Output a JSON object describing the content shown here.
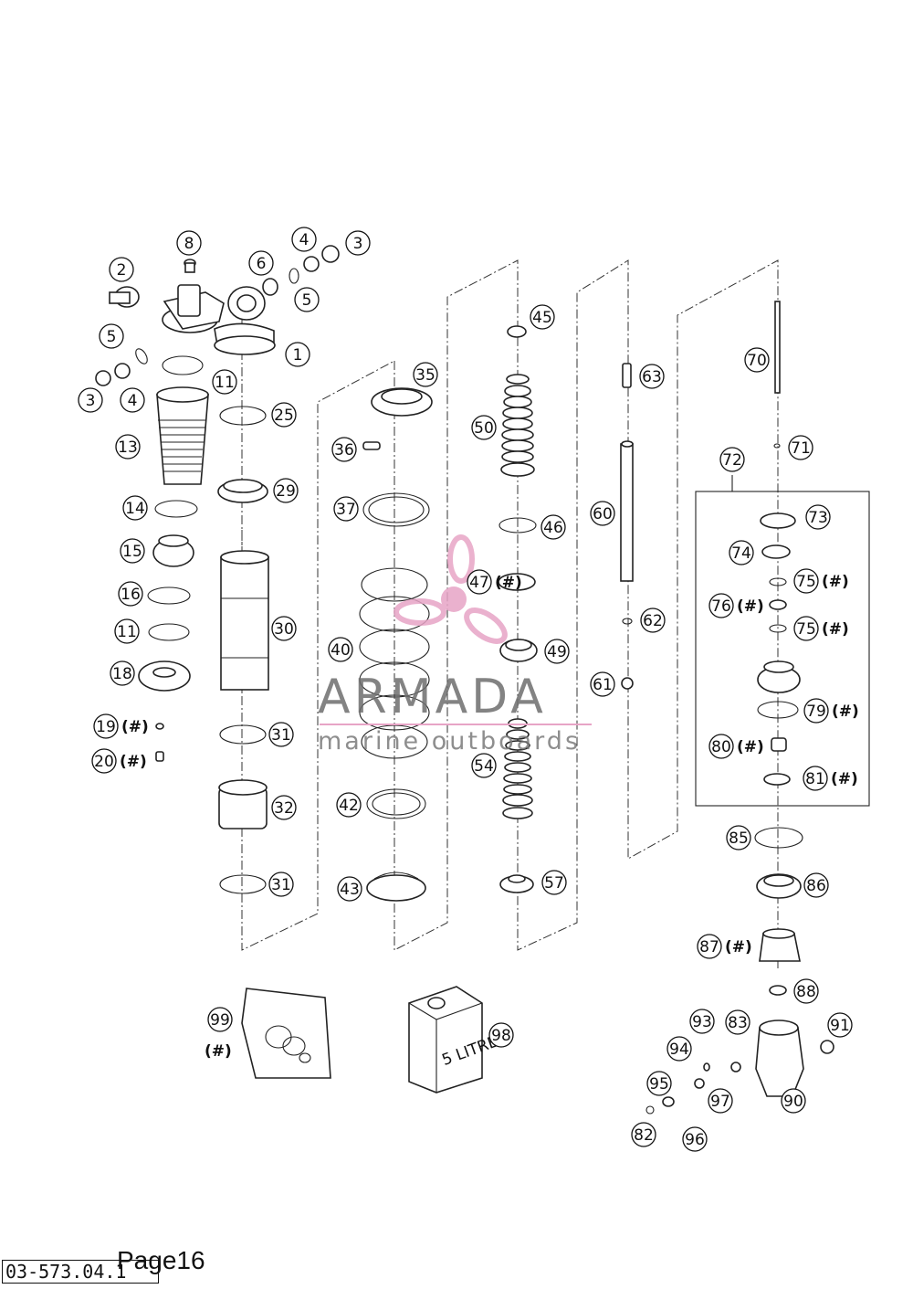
{
  "callouts": [
    {
      "n": "1"
    },
    {
      "n": "2"
    },
    {
      "n": "3"
    },
    {
      "n": "3"
    },
    {
      "n": "4"
    },
    {
      "n": "4"
    },
    {
      "n": "5"
    },
    {
      "n": "5"
    },
    {
      "n": "6"
    },
    {
      "n": "8"
    },
    {
      "n": "11"
    },
    {
      "n": "11"
    },
    {
      "n": "13"
    },
    {
      "n": "14"
    },
    {
      "n": "15"
    },
    {
      "n": "16"
    },
    {
      "n": "18"
    },
    {
      "n": "19",
      "hash": "(#)"
    },
    {
      "n": "20",
      "hash": "(#)"
    },
    {
      "n": "25"
    },
    {
      "n": "29"
    },
    {
      "n": "30"
    },
    {
      "n": "31"
    },
    {
      "n": "31"
    },
    {
      "n": "32"
    },
    {
      "n": "35"
    },
    {
      "n": "36"
    },
    {
      "n": "37"
    },
    {
      "n": "40"
    },
    {
      "n": "42"
    },
    {
      "n": "43"
    },
    {
      "n": "45"
    },
    {
      "n": "46"
    },
    {
      "n": "47",
      "hash": "(#)"
    },
    {
      "n": "49"
    },
    {
      "n": "50"
    },
    {
      "n": "54"
    },
    {
      "n": "57"
    },
    {
      "n": "60"
    },
    {
      "n": "61"
    },
    {
      "n": "62"
    },
    {
      "n": "63"
    },
    {
      "n": "70"
    },
    {
      "n": "71"
    },
    {
      "n": "72"
    },
    {
      "n": "73"
    },
    {
      "n": "74"
    },
    {
      "n": "75",
      "hash": "(#)"
    },
    {
      "n": "76",
      "hash": "(#)"
    },
    {
      "n": "75",
      "hash": "(#)"
    },
    {
      "n": "79",
      "hash": "(#)"
    },
    {
      "n": "80",
      "hash": "(#)"
    },
    {
      "n": "81",
      "hash": "(#)"
    },
    {
      "n": "85"
    },
    {
      "n": "86"
    },
    {
      "n": "87",
      "hash": "(#)"
    },
    {
      "n": "88"
    },
    {
      "n": "90"
    },
    {
      "n": "91"
    },
    {
      "n": "82"
    },
    {
      "n": "83"
    },
    {
      "n": "93"
    },
    {
      "n": "94"
    },
    {
      "n": "95"
    },
    {
      "n": "96"
    },
    {
      "n": "97"
    },
    {
      "n": "98"
    },
    {
      "n": "99",
      "hash": "(#)"
    }
  ],
  "oil_can_text": "5 LITRE",
  "watermark": {
    "title": "ARMADA",
    "subtitle": "marine outboards",
    "accent_color": "#e7a4c6",
    "text_color": "#6d6d6d"
  },
  "footer": {
    "doc_code": "03-573.04.1",
    "page_label": "Page16"
  }
}
